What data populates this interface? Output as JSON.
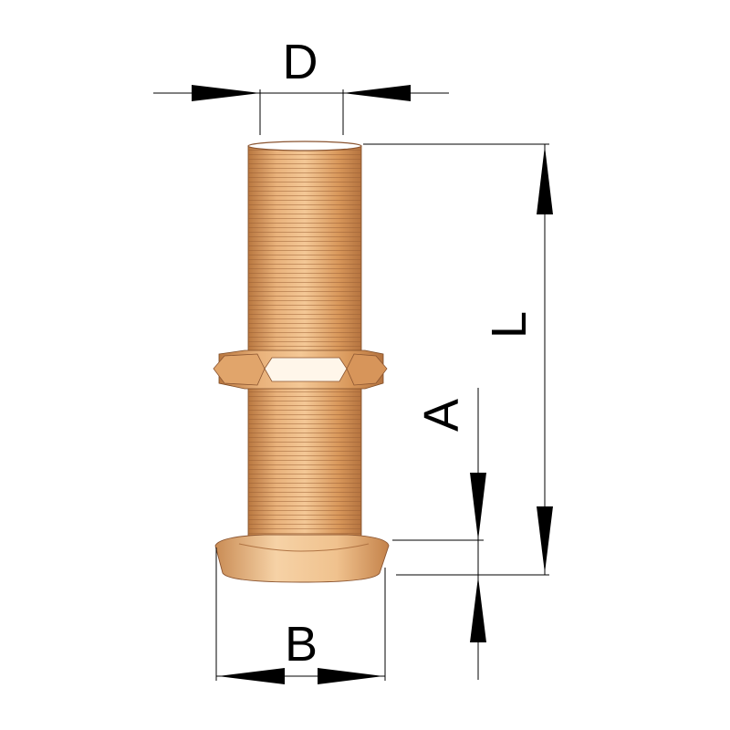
{
  "labels": {
    "d": "D",
    "l": "L",
    "a": "A",
    "b": "B"
  },
  "colors": {
    "brass_light": "#f2c08e",
    "brass_mid": "#d99a5e",
    "brass_dark": "#a8683a",
    "line": "#000000",
    "background": "#ffffff"
  },
  "icons": {
    "part": "thru-hull-fitting-icon"
  }
}
